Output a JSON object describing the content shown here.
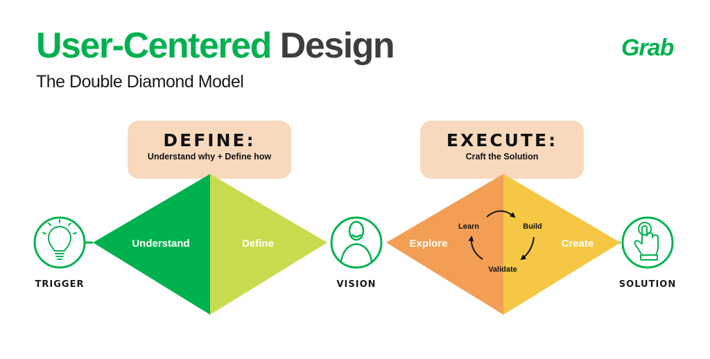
{
  "title": {
    "part1": "User-Centered",
    "part2": "Design"
  },
  "subtitle": "The Double Diamond Model",
  "logo": "Grab",
  "phases": {
    "define": {
      "title": "DEFINE:",
      "subtitle": "Understand why + Define how"
    },
    "execute": {
      "title": "EXECUTE:",
      "subtitle": "Craft the Solution"
    }
  },
  "diamonds": {
    "understand": "Understand",
    "define": "Define",
    "explore": "Explore",
    "create": "Create"
  },
  "cycle": {
    "learn": "Learn",
    "build": "Build",
    "validate": "Validate"
  },
  "nodes": {
    "trigger": "TRIGGER",
    "vision": "VISION",
    "solution": "SOLUTION"
  },
  "icons": {
    "trigger": "lightbulb-icon",
    "vision": "person-icon",
    "solution": "hand-pointer-icon"
  },
  "colors": {
    "green": "#00B14F",
    "light_green": "#C9DC4F",
    "orange": "#F29F55",
    "yellow": "#F5C744",
    "peach": "#F9D9BD",
    "dark": "#3d3d3d"
  }
}
